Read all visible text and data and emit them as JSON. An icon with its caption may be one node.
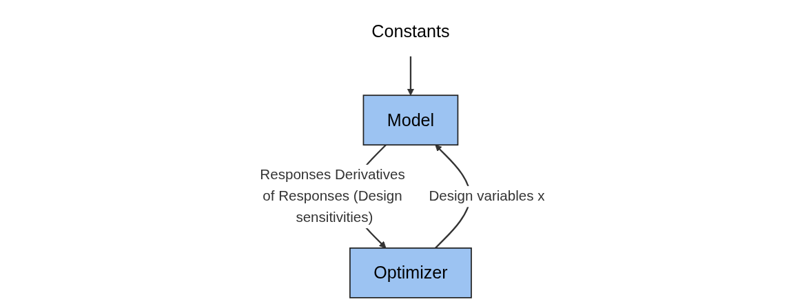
{
  "diagram": {
    "nodes": [
      {
        "text": [
          "Constants"
        ]
      },
      {
        "text": [
          "Model"
        ]
      },
      {
        "text": [
          "Optimizer"
        ]
      }
    ],
    "edges": [
      {
        "from": 0,
        "to": 1,
        "arrow": "to"
      },
      {
        "from": 1,
        "to": 2,
        "arrow": "to",
        "label": "Responses Derivatives of Responses (Design sensitivities)"
      },
      {
        "from": 2,
        "to": 1,
        "arrow": "to",
        "label": "Design variables x"
      }
    ]
  }
}
